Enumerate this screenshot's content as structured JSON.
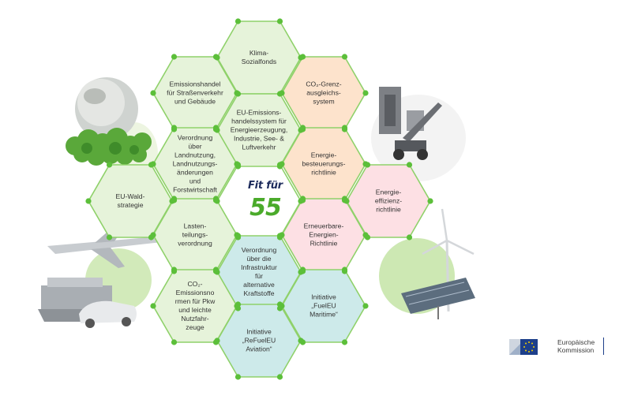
{
  "logo": {
    "line1": "Fit für",
    "line2": "55"
  },
  "hexagons": [
    {
      "id": "klima",
      "text": "Klima-\nSozialfonds",
      "fill": "#e6f3da"
    },
    {
      "id": "emissionshandel-strasse",
      "text": "Emissionshandel\nfür Straßenverkehr\nund Gebäude",
      "fill": "#e6f3da"
    },
    {
      "id": "co2-grenz",
      "text": "CO₂-Grenz-\nausgleichs-\nsystem",
      "fill": "#fde3cc"
    },
    {
      "id": "eu-ets",
      "text": "EU-Emissions-\nhandelssystem für\nEnergieerzeugung,\nIndustrie, See- &\nLuftverkehr",
      "fill": "#e6f3da"
    },
    {
      "id": "lulucf",
      "text": "Verordnung\nüber\nLandnutzung,\nLandnutzungs-\nänderungen\nund\nForstwirtschaft",
      "fill": "#e6f3da"
    },
    {
      "id": "energiebesteuerung",
      "text": "Energie-\nbesteuerungs-\nrichtlinie",
      "fill": "#fde3cc"
    },
    {
      "id": "wald",
      "text": "EU-Wald-\nstrategie",
      "fill": "#e6f3da"
    },
    {
      "id": "effizienz",
      "text": "Energie-\neffizienz-\nrichtlinie",
      "fill": "#fde0e4"
    },
    {
      "id": "lastenteilung",
      "text": "Lasten-\nteilungs-\nverordnung",
      "fill": "#e6f3da"
    },
    {
      "id": "erneuerbare",
      "text": "Erneuerbare-\nEnergien-\nRichtlinie",
      "fill": "#fde0e4"
    },
    {
      "id": "afir",
      "text": "Verordnung\nüber die\nInfrastruktur\nfür\nalternative\nKraftstoffe",
      "fill": "#cdeaea"
    },
    {
      "id": "co2-pkw",
      "text": "CO₂-\nEmissionsno\nrmen für Pkw\nund leichte\nNutzfahr-\nzeuge",
      "fill": "#e6f3da"
    },
    {
      "id": "fueleu",
      "text": "Initiative\n„FuelEU\nMaritime“",
      "fill": "#cdeaea"
    },
    {
      "id": "refueleu",
      "text": "Initiative\n„ReFuelEU\nAviation“",
      "fill": "#cdeaea"
    }
  ],
  "colors": {
    "outline": "#8fd16a",
    "vertex": "#5cbf3a",
    "center": "#ffffff"
  },
  "commission": {
    "line1": "Europäische",
    "line2": "Kommission"
  }
}
